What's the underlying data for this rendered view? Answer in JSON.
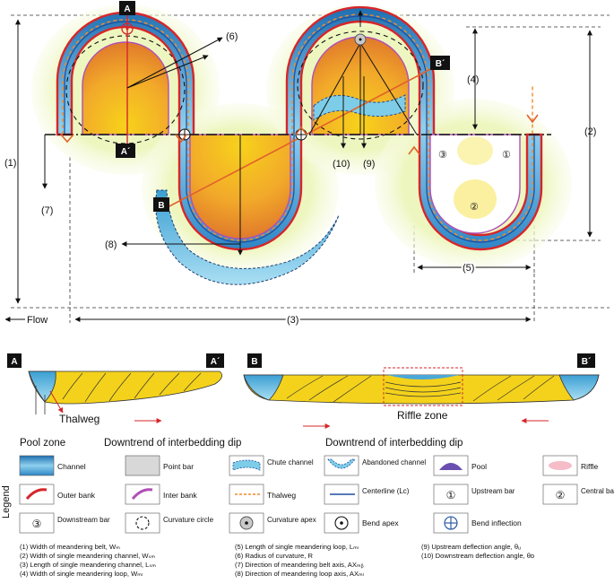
{
  "section_labels": {
    "a": "A",
    "a_prime": "A´",
    "b": "B",
    "b_prime": "B´"
  },
  "dimension_numbers": [
    "(1)",
    "(2)",
    "(3)",
    "(4)",
    "(5)",
    "(6)",
    "(7)",
    "(8)",
    "(9)",
    "(10)"
  ],
  "flow_label": "Flow",
  "cross_sections": {
    "thalweg": "Thalweg",
    "riffle_zone": "Riffle zone",
    "pool_zone": "Pool zone",
    "downtrend_1": "Downtrend of interbedding dip",
    "downtrend_2": "Downtrend of interbedding dip"
  },
  "bar_symbols": {
    "upstream": "①",
    "central": "②",
    "downstream": "③"
  },
  "legend": {
    "title": "Legend",
    "items": [
      {
        "key": "channel",
        "label": "Channel"
      },
      {
        "key": "point_bar",
        "label": "Point bar"
      },
      {
        "key": "chute",
        "label": "Chute channel"
      },
      {
        "key": "abandoned",
        "label": "Abandoned channel"
      },
      {
        "key": "pool",
        "label": "Pool"
      },
      {
        "key": "riffle",
        "label": "Riffle"
      },
      {
        "key": "outer_bank",
        "label": "Outer bank"
      },
      {
        "key": "inter_bank",
        "label": "Inter bank"
      },
      {
        "key": "thalweg",
        "label": "Thalweg"
      },
      {
        "key": "centerline",
        "label": "Centerline (Lᴄ)"
      },
      {
        "key": "upstream_bar",
        "label": "Upstream bar",
        "symbol": "①"
      },
      {
        "key": "central_bar",
        "label": "Central bar",
        "symbol": "②"
      },
      {
        "key": "downstream_bar",
        "label": "Downstream bar",
        "symbol": "③"
      },
      {
        "key": "curvature_circle",
        "label": "Curvature circle"
      },
      {
        "key": "curvature_apex",
        "label": "Curvature apex"
      },
      {
        "key": "bend_apex",
        "label": "Bend apex"
      },
      {
        "key": "bend_inflection",
        "label": "Bend inflection"
      }
    ]
  },
  "definitions": [
    "(1) Width of meandering belt, Wₘ",
    "(2) Width of single meandering channel, Wₛₘ",
    "(3) Length of single meandering channel, Lₛₘ",
    "(4) Width of single meandering loop, Wₘₗ",
    "(5) Length of single meandering loop, Lₘₗ",
    "(6) Radius of curvature, R",
    "(7) Direction of meandering belt axis, AXₘᵦ",
    "(8) Direction of meandering loop axis, AXₘₗ",
    "(9) Upstream deflection angle, θᵤ",
    "(10) Downstream deflection angle, θᴅ"
  ],
  "colors": {
    "channel_dark": "#1f74b8",
    "channel_light": "#7ec8ea",
    "outer_bank": "#d6262a",
    "inter_bank": "#b04fb5",
    "thalweg": "#f08a2a",
    "point_bar": "#f2c21a",
    "glow": "#e9f3b4"
  }
}
